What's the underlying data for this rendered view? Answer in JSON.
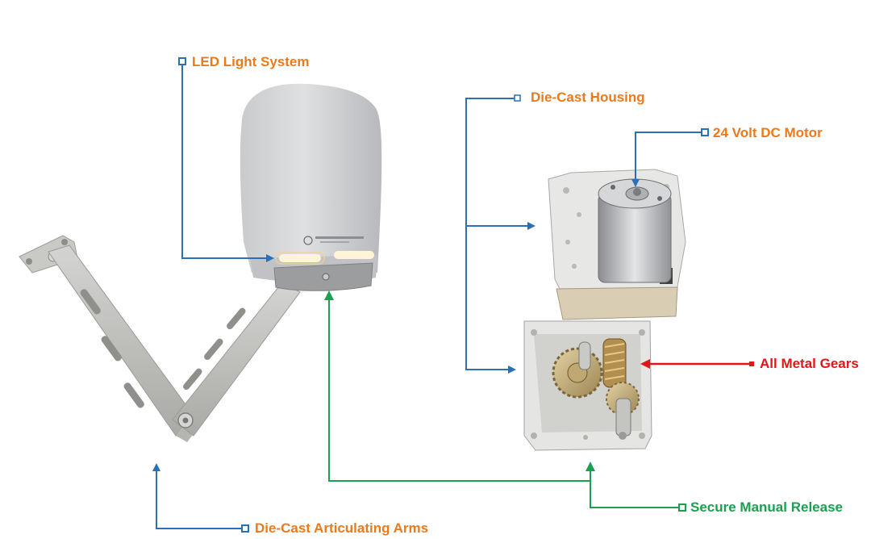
{
  "labels": {
    "led": "LED Light System",
    "housing": "Die-Cast Housing",
    "motor": "24 Volt DC Motor",
    "gears": "All Metal Gears",
    "release": "Secure Manual Release",
    "arms": "Die-Cast Articulating Arms"
  },
  "colors": {
    "orange": "#ea7a1c",
    "blue": "#2b6fb5",
    "green": "#1aa050",
    "red": "#e0161b"
  }
}
